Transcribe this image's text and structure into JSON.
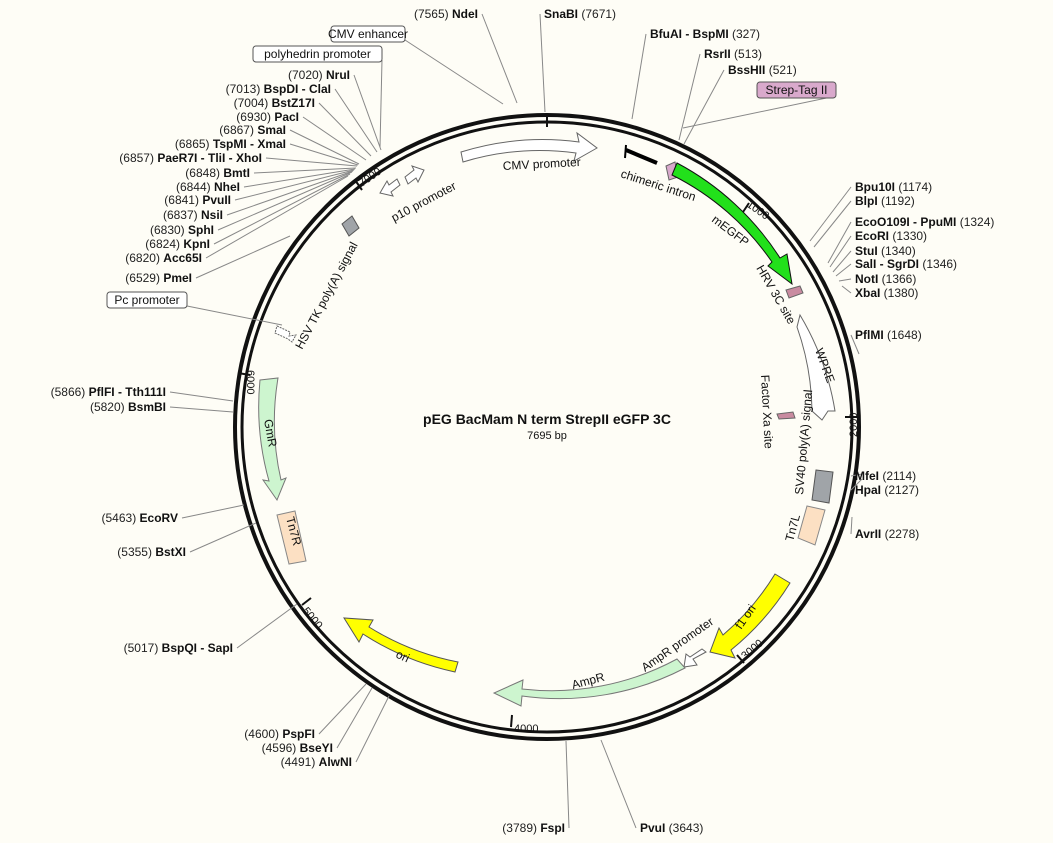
{
  "plasmid": {
    "name": "pEG BacMam N term StrepII eGFP 3C",
    "length_label": "7695 bp"
  },
  "sites": [
    {
      "name": "NdeI",
      "pos": "(7565)",
      "side": "L"
    },
    {
      "name": "SnaBI",
      "pos": "(7671)",
      "side": "R"
    },
    {
      "name": "BfuAI - BspMI",
      "pos": "(327)",
      "side": "R"
    },
    {
      "name": "RsrII",
      "pos": "(513)",
      "side": "R"
    },
    {
      "name": "BssHII",
      "pos": "(521)",
      "side": "R"
    },
    {
      "name": "Bpu10I",
      "pos": "(1174)",
      "side": "R"
    },
    {
      "name": "BlpI",
      "pos": "(1192)",
      "side": "R"
    },
    {
      "name": "EcoO109I - PpuMI",
      "pos": "(1324)",
      "side": "R"
    },
    {
      "name": "EcoRI",
      "pos": "(1330)",
      "side": "R"
    },
    {
      "name": "StuI",
      "pos": "(1340)",
      "side": "R"
    },
    {
      "name": "SalI - SgrDI",
      "pos": "(1346)",
      "side": "R"
    },
    {
      "name": "NotI",
      "pos": "(1366)",
      "side": "R"
    },
    {
      "name": "XbaI",
      "pos": "(1380)",
      "side": "R"
    },
    {
      "name": "PflMI",
      "pos": "(1648)",
      "side": "R"
    },
    {
      "name": "MfeI",
      "pos": "(2114)",
      "side": "R"
    },
    {
      "name": "HpaI",
      "pos": "(2127)",
      "side": "R"
    },
    {
      "name": "AvrII",
      "pos": "(2278)",
      "side": "R"
    },
    {
      "name": "PvuI",
      "pos": "(3643)",
      "side": "R"
    },
    {
      "name": "FspI",
      "pos": "(3789)",
      "side": "L"
    },
    {
      "name": "AlwNI",
      "pos": "(4491)",
      "side": "L"
    },
    {
      "name": "BseYI",
      "pos": "(4596)",
      "side": "L"
    },
    {
      "name": "PspFI",
      "pos": "(4600)",
      "side": "L"
    },
    {
      "name": "BspQI - SapI",
      "pos": "(5017)",
      "side": "L"
    },
    {
      "name": "BstXI",
      "pos": "(5355)",
      "side": "L"
    },
    {
      "name": "EcoRV",
      "pos": "(5463)",
      "side": "L"
    },
    {
      "name": "BsmBI",
      "pos": "(5820)",
      "side": "L"
    },
    {
      "name": "PflFI - Tth111I",
      "pos": "(5866)",
      "side": "L"
    },
    {
      "name": "PmeI",
      "pos": "(6529)",
      "side": "L"
    },
    {
      "name": "Acc65I",
      "pos": "(6820)",
      "side": "L"
    },
    {
      "name": "KpnI",
      "pos": "(6824)",
      "side": "L"
    },
    {
      "name": "SphI",
      "pos": "(6830)",
      "side": "L"
    },
    {
      "name": "NsiI",
      "pos": "(6837)",
      "side": "L"
    },
    {
      "name": "PvuII",
      "pos": "(6841)",
      "side": "L"
    },
    {
      "name": "NheI",
      "pos": "(6844)",
      "side": "L"
    },
    {
      "name": "BmtI",
      "pos": "(6848)",
      "side": "L"
    },
    {
      "name": "PaeR7I - TliI - XhoI",
      "pos": "(6857)",
      "side": "L"
    },
    {
      "name": "TspMI - XmaI",
      "pos": "(6865)",
      "side": "L"
    },
    {
      "name": "SmaI",
      "pos": "(6867)",
      "side": "L"
    },
    {
      "name": "PacI",
      "pos": "(6930)",
      "side": "L"
    },
    {
      "name": "BstZ17I",
      "pos": "(7004)",
      "side": "L"
    },
    {
      "name": "BspDI - ClaI",
      "pos": "(7013)",
      "side": "L"
    },
    {
      "name": "NruI",
      "pos": "(7020)",
      "side": "L"
    }
  ],
  "boxed_labels": [
    {
      "text": "CMV enhancer",
      "fill": "#ffffff"
    },
    {
      "text": "polyhedrin promoter",
      "fill": "#ffffff"
    },
    {
      "text": "Strep-Tag II",
      "fill": "#d9a9cc"
    },
    {
      "text": "Pc promoter",
      "fill": "#ffffff"
    }
  ],
  "features": [
    {
      "label": "CMV promoter",
      "color": "#ffffff"
    },
    {
      "label": "p10 promoter",
      "color": "#ffffff"
    },
    {
      "label": "chimeric intron",
      "color": "#000000"
    },
    {
      "label": "mEGFP",
      "color": "#22e01b"
    },
    {
      "label": "HRV 3C site",
      "color": "#c98ba0"
    },
    {
      "label": "WPRE",
      "color": "#ffffff"
    },
    {
      "label": "Factor Xa site",
      "color": "#c98ba0"
    },
    {
      "label": "SV40 poly(A) signal",
      "color": "#a0a4a8"
    },
    {
      "label": "Tn7L",
      "color": "#fce0c3"
    },
    {
      "label": "f1 ori",
      "color": "#ffff00"
    },
    {
      "label": "AmpR promoter",
      "color": "#ffffff"
    },
    {
      "label": "AmpR",
      "color": "#cdf5cf"
    },
    {
      "label": "ori",
      "color": "#ffff00"
    },
    {
      "label": "Tn7R",
      "color": "#fce0c3"
    },
    {
      "label": "GmR",
      "color": "#cdf5cf"
    },
    {
      "label": "HSV TK poly(A) signal",
      "color": "#a0a4a8"
    }
  ],
  "ticks": [
    "1000",
    "2000",
    "3000",
    "4000",
    "5000",
    "6000",
    "7000"
  ]
}
